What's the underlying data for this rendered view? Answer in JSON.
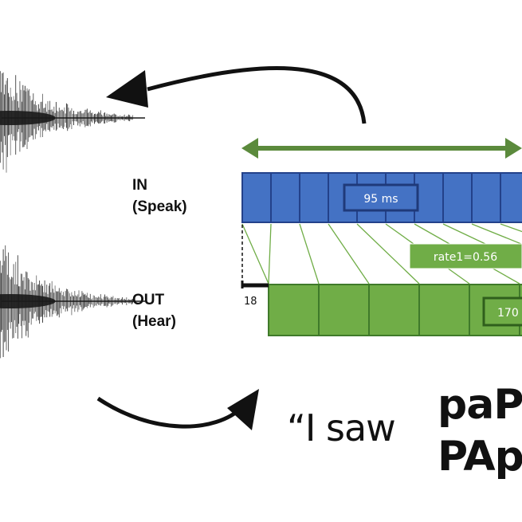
{
  "labels": {
    "in_title": "IN",
    "in_sub": "(Speak)",
    "out_title": "OUT",
    "out_sub": "(Hear)"
  },
  "boxes": {
    "in_duration": "95 ms",
    "rate": "rate1=0.56",
    "out_duration": "170",
    "offset": "18"
  },
  "sentence": {
    "quote_start": "“I saw",
    "word1": "paP",
    "word2": "PAp"
  },
  "colors": {
    "blue": "#4472c4",
    "blue_border": "#23418a",
    "green": "#70ad47",
    "green_border": "#3f7a2a",
    "arrow_green": "#5b8a3c",
    "wave": "#1a1a1a"
  }
}
